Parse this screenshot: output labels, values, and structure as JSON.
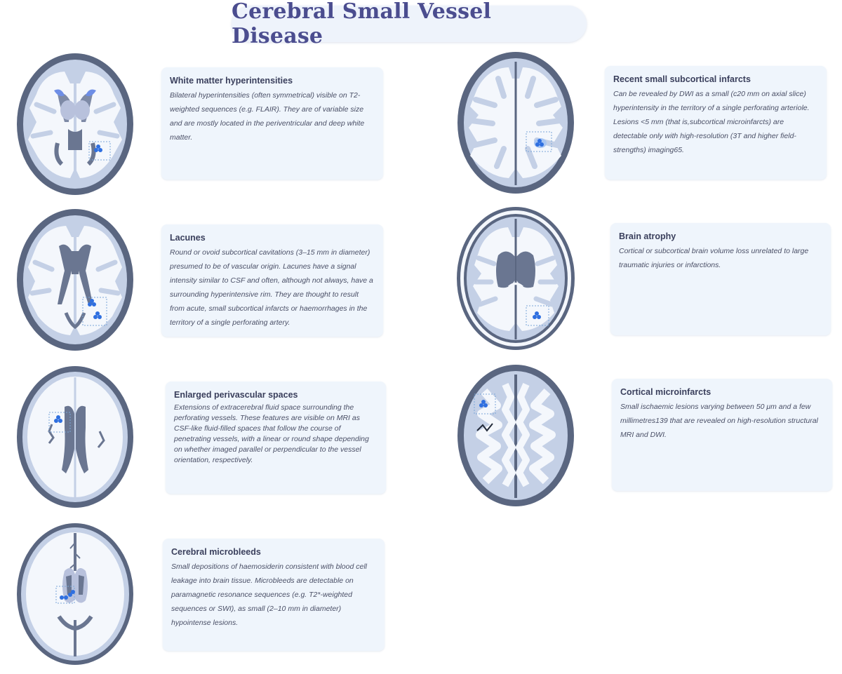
{
  "title": "Cerebral Small Vessel Disease",
  "colors": {
    "skull": "#5a6680",
    "grey_matter": "#c4d0e6",
    "white_matter": "#f4f7fc",
    "ventricle": "#6a7691",
    "lesion": "#2f6fe0",
    "card_bg": "#eff5fc",
    "title_text": "#4b4d8f"
  },
  "cards": [
    {
      "heading": "White matter hyperintensities",
      "body": "Bilateral hyperintensities (often symmetrical) visible on T2-weighted sequences (e.g. FLAIR). They are of variable size and are mostly located in the periventricular and deep white matter."
    },
    {
      "heading": "Lacunes",
      "body": "Round or ovoid subcortical cavitations (3–15 mm in diameter) presumed to be of vascular origin. Lacunes have a signal intensity similar to CSF and often, although not always, have a surrounding hyperintensive rim. They are thought to result from acute, small subcortical infarcts or haemorrhages in the territory of a single perforating artery."
    },
    {
      "heading": "Enlarged perivascular spaces",
      "body": "Extensions of extracerebral fluid space surrounding the perforating vessels. These features are visible on MRI as CSF-like fluid-filled spaces that follow the course of penetrating vessels, with a linear or round shape depending on whether imaged parallel or perpendicular to the vessel orientation, respectively."
    },
    {
      "heading": "Cerebral microbleeds",
      "body": "Small depositions of haemosiderin consistent with blood cell leakage into brain tissue. Microbleeds are detectable on paramagnetic resonance sequences (e.g. T2*-weighted sequences or SWI), as small (2–10 mm in diameter) hypointense lesions."
    },
    {
      "heading": "Recent small subcortical infarcts",
      "body": "Can be revealed by DWI as a small (c20 mm on axial slice) hyperintensity in the territory of a single perforating arteriole. Lesions <5 mm (that is,subcortical microinfarcts) are detectable only with high-resolution (3T and higher field-strengths) imaging65."
    },
    {
      "heading": "Brain atrophy",
      "body": "Cortical or subcortical brain volume loss unrelated to large traumatic injuries or infarctions."
    },
    {
      "heading": "Cortical microinfarcts",
      "body": "Small ischaemic lesions varying between 50 μm and a few millimetres139 that are revealed on high-resolution structural MRI and DWI."
    }
  ]
}
